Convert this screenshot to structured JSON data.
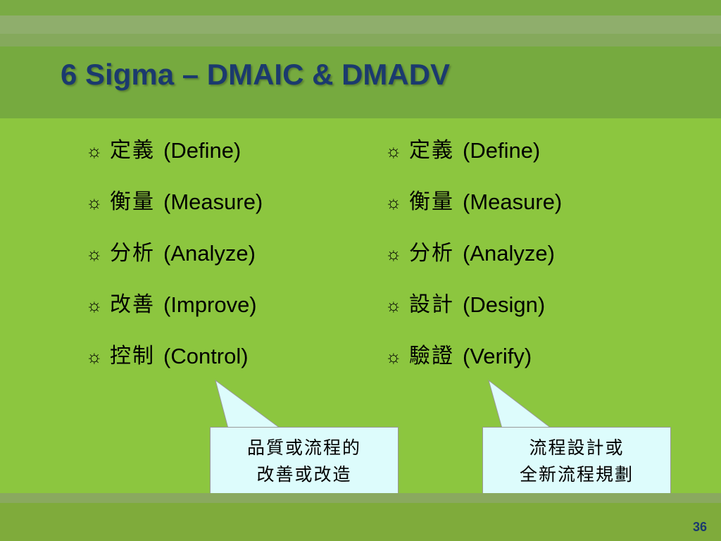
{
  "slide": {
    "title": "6 Sigma – DMAIC & DMADV",
    "page_number": "36"
  },
  "bullet_glyph": "☼",
  "dmaic": [
    {
      "zh": "定義",
      "en": "(Define)"
    },
    {
      "zh": "衡量",
      "en": "(Measure)"
    },
    {
      "zh": "分析",
      "en": "(Analyze)"
    },
    {
      "zh": "改善",
      "en": "(Improve)"
    },
    {
      "zh": "控制",
      "en": "(Control)"
    }
  ],
  "dmadv": [
    {
      "zh": "定義",
      "en": "(Define)"
    },
    {
      "zh": "衡量",
      "en": "(Measure)"
    },
    {
      "zh": "分析",
      "en": "(Analyze)"
    },
    {
      "zh": "設計",
      "en": "(Design)"
    },
    {
      "zh": "驗證",
      "en": "(Verify)"
    }
  ],
  "callouts": {
    "left": {
      "line1": "品質或流程的",
      "line2": "改善或改造"
    },
    "right": {
      "line1": "流程設計或",
      "line2": "全新流程規劃"
    }
  }
}
